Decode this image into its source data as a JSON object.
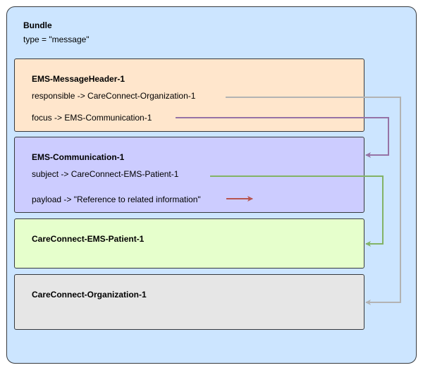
{
  "bundle": {
    "title": "Bundle",
    "type_line": "type = \"message\""
  },
  "resources": {
    "message_header": {
      "title": "EMS-MessageHeader-1",
      "responsible": "responsible -> CareConnect-Organization-1",
      "focus": "focus -> EMS-Communication-1"
    },
    "communication": {
      "title": "EMS-Communication-1",
      "subject": "subject -> CareConnect-EMS-Patient-1",
      "payload": "payload -> \"Reference to related information\""
    },
    "patient": {
      "title": "CareConnect-EMS-Patient-1"
    },
    "organization": {
      "title": "CareConnect-Organization-1"
    }
  },
  "colors": {
    "bundle_fill": "#cce5ff",
    "header_fill": "#ffe6cc",
    "communication_fill": "#ccccff",
    "patient_fill": "#e6ffcc",
    "organization_fill": "#e6e6e6",
    "responsible_arrow": "#b3b3b3",
    "focus_arrow": "#9673a6",
    "subject_arrow": "#82b366",
    "payload_arrow": "#b85450"
  }
}
